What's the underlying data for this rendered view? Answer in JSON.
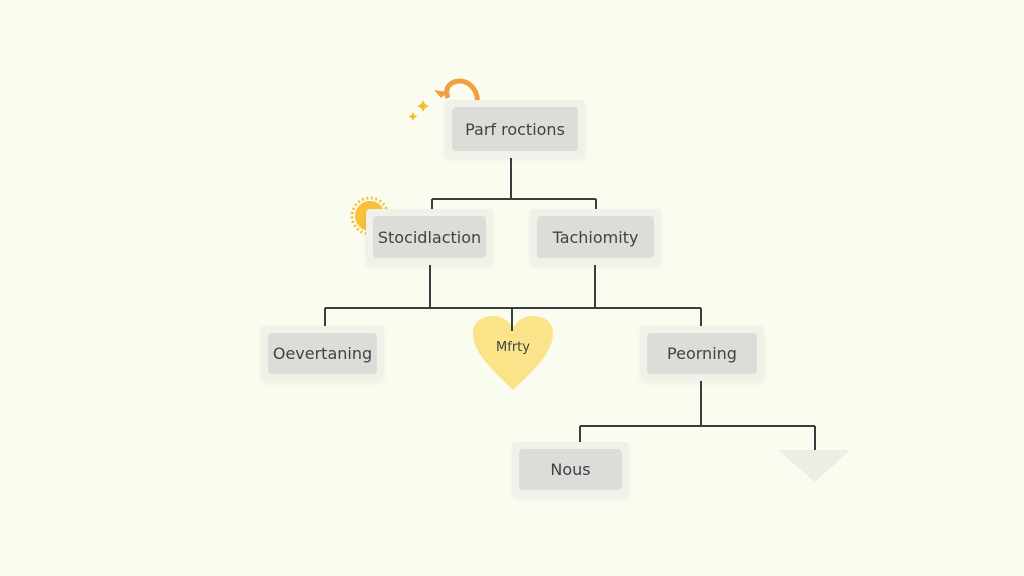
{
  "diagram": {
    "root": {
      "label": "Parf roctions"
    },
    "level1": [
      {
        "label": "Stocidlaction"
      },
      {
        "label": "Tachiomity"
      }
    ],
    "level2": [
      {
        "label": "Oevertaning"
      },
      {
        "label": "Mfrty",
        "shape": "heart"
      },
      {
        "label": "Peorning"
      }
    ],
    "level3": [
      {
        "label": "Nous"
      },
      {
        "label": "",
        "shape": "triangle"
      }
    ]
  },
  "colors": {
    "background": "#fbfcf0",
    "node": "#dcddd8",
    "line": "#3a3d40",
    "accent_orange": "#f0a040",
    "heart": "#fbe38a",
    "sun": "#f7c13a"
  }
}
